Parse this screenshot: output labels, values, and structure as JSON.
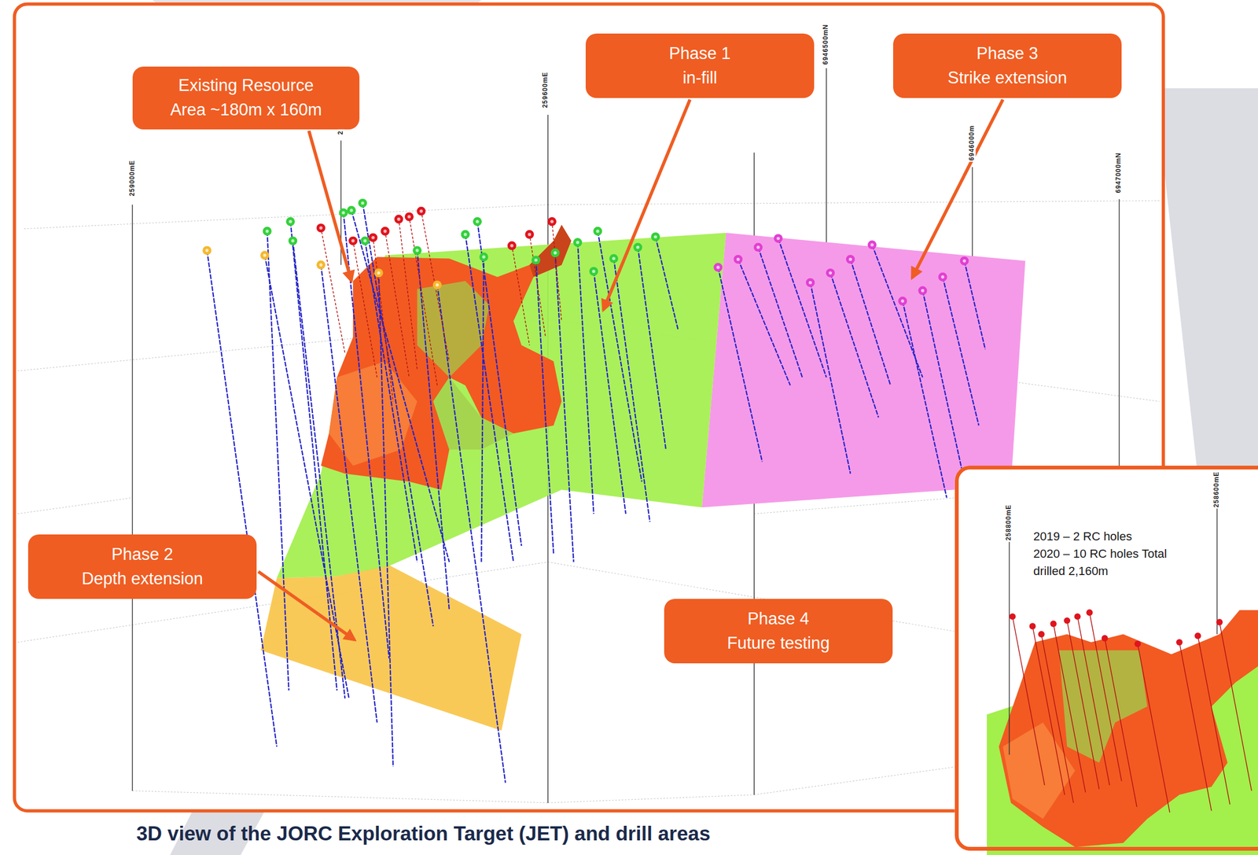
{
  "diagram": {
    "caption": "3D view of the JORC Exploration Target (JET) and drill areas",
    "nodes": [
      {
        "text": [
          "Existing Resource",
          "Area ~180m x 160m"
        ]
      },
      {
        "text": [
          "Phase 1",
          "in-fill"
        ]
      },
      {
        "text": [
          "Phase 3",
          "Strike extension"
        ]
      },
      {
        "text": [
          "Phase 2",
          "Depth extension"
        ]
      },
      {
        "text": [
          "Phase 4",
          "Future testing"
        ]
      },
      {
        "text": [
          "2019 – 2 RC holes",
          "2020 – 10 RC holes Total drilled 2,160m"
        ]
      }
    ],
    "labels": [
      "259000mE",
      "2",
      "259600mE",
      "6946500mN",
      "6946000m",
      "6947000mN",
      "258800mE",
      "258600mE"
    ]
  }
}
